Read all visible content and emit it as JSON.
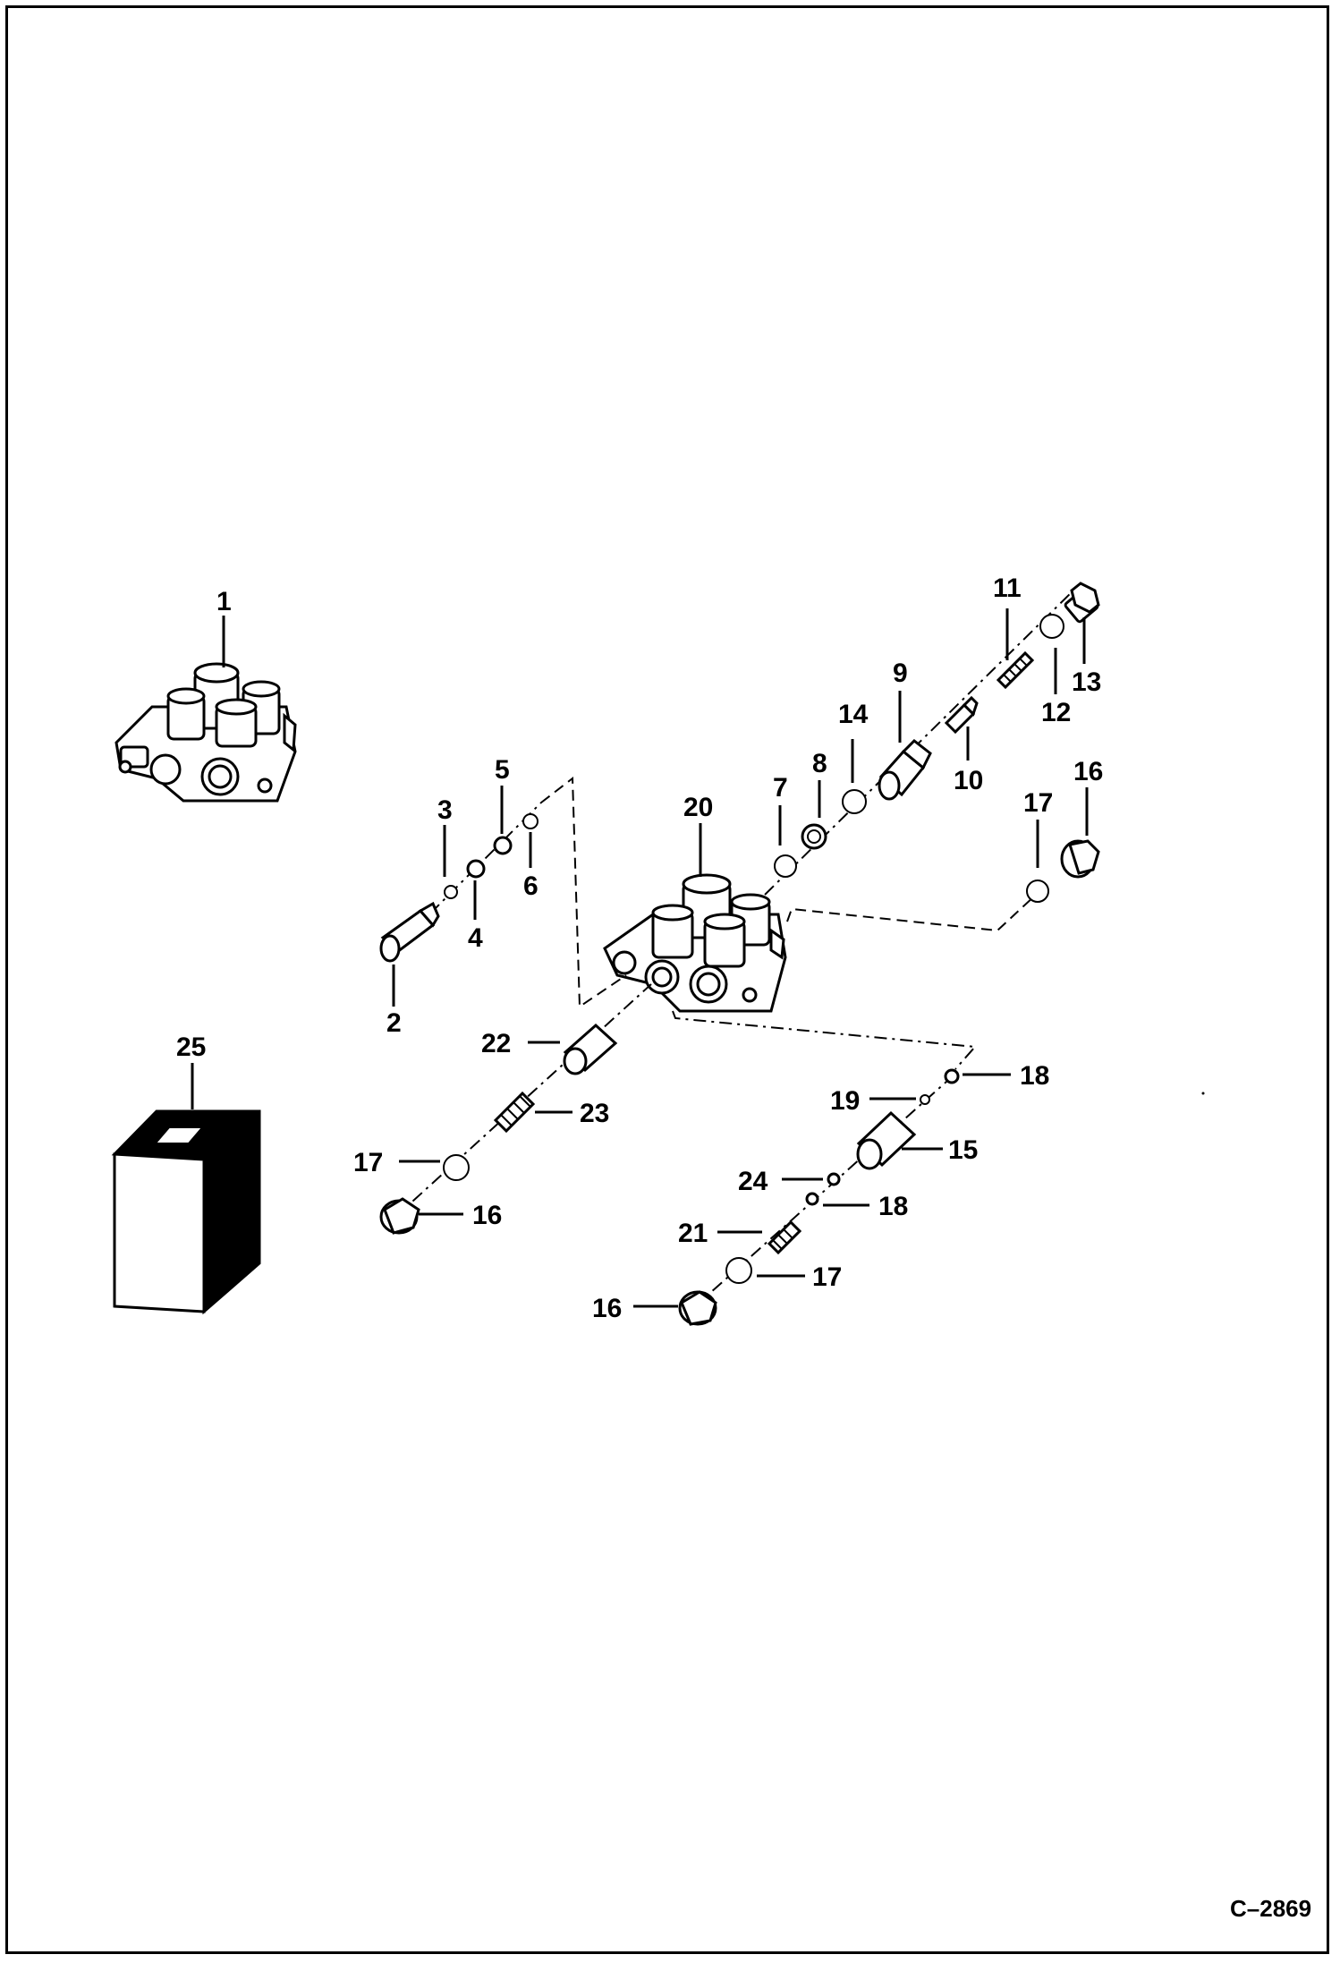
{
  "drawing_ref": "C–2869",
  "callouts": {
    "c1": "1",
    "c2": "2",
    "c3": "3",
    "c4": "4",
    "c5": "5",
    "c6": "6",
    "c7": "7",
    "c8": "8",
    "c9": "9",
    "c10": "10",
    "c11": "11",
    "c12": "12",
    "c13": "13",
    "c14": "14",
    "c16a": "16",
    "c17a": "17",
    "c20": "20",
    "c22": "22",
    "c23": "23",
    "c17b": "17",
    "c16b": "16",
    "c25": "25",
    "c18a": "18",
    "c19": "19",
    "c15": "15",
    "c24": "24",
    "c18b": "18",
    "c21": "21",
    "c17c": "17",
    "c16c": "16"
  }
}
